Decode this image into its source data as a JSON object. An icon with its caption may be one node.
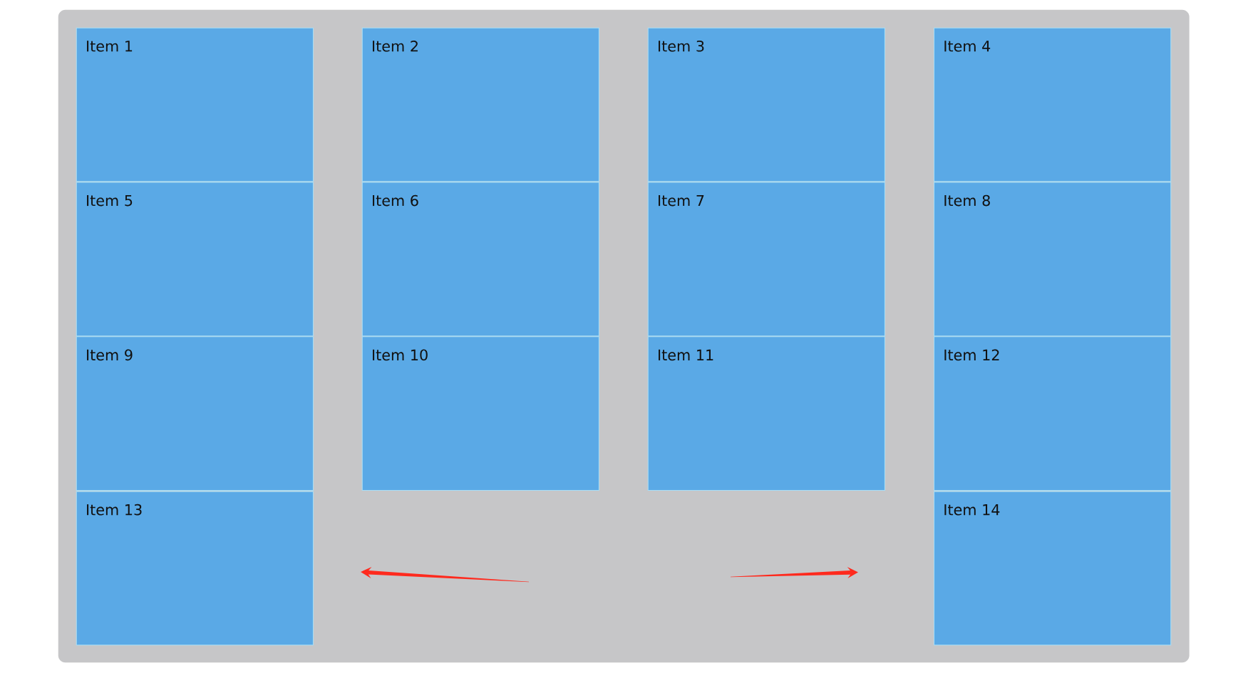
{
  "diagram": {
    "nodes": [
      {
        "text": [],
        "shape": "box"
      },
      {
        "text": [
          "Item 1"
        ],
        "in": 0
      },
      {
        "text": [
          "Item 2"
        ],
        "in": 0
      },
      {
        "text": [
          "Item 3"
        ],
        "in": 0
      },
      {
        "text": [
          "Item 4"
        ],
        "in": 0
      },
      {
        "text": [
          "Item 5"
        ],
        "in": 0
      },
      {
        "text": [
          "Item 6"
        ],
        "in": 0
      },
      {
        "text": [
          "Item 7"
        ],
        "in": 0
      },
      {
        "text": [
          "Item 8"
        ],
        "in": 0
      },
      {
        "text": [
          "Item 9"
        ],
        "in": 0
      },
      {
        "text": [
          "Item 10"
        ],
        "in": 0
      },
      {
        "text": [
          "Item 11"
        ],
        "in": 0
      },
      {
        "text": [
          "Item 12"
        ],
        "in": 0
      },
      {
        "text": [
          "Item 13"
        ],
        "in": 0
      },
      {
        "text": [
          "Item 14"
        ],
        "in": 0
      }
    ]
  }
}
